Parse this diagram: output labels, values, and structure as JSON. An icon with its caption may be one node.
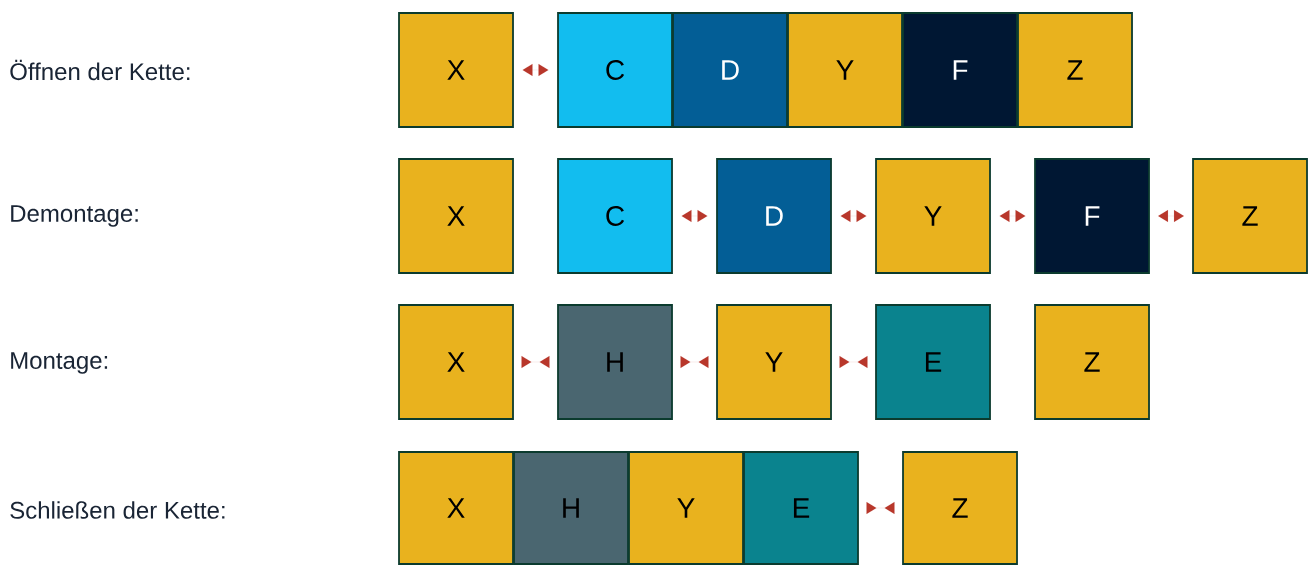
{
  "diagram": {
    "nodes": [
      {
        "text": [
          "X"
        ]
      },
      {
        "text": [
          "C"
        ]
      },
      {
        "text": [
          "D"
        ]
      },
      {
        "text": [
          "Y"
        ]
      },
      {
        "text": [
          "F"
        ]
      },
      {
        "text": [
          "Z"
        ]
      },
      {
        "text": [
          "X"
        ]
      },
      {
        "text": [
          "C"
        ]
      },
      {
        "text": [
          "D"
        ]
      },
      {
        "text": [
          "Y"
        ]
      },
      {
        "text": [
          "F"
        ]
      },
      {
        "text": [
          "Z"
        ]
      },
      {
        "text": [
          "X"
        ]
      },
      {
        "text": [
          "H"
        ]
      },
      {
        "text": [
          "Y"
        ]
      },
      {
        "text": [
          "E"
        ]
      },
      {
        "text": [
          "Z"
        ]
      },
      {
        "text": [
          "X"
        ]
      },
      {
        "text": [
          "H"
        ]
      },
      {
        "text": [
          "Y"
        ]
      },
      {
        "text": [
          "E"
        ]
      },
      {
        "text": [
          "Z"
        ]
      }
    ],
    "edges": [
      {
        "from": 0,
        "to": 1,
        "arrow": "both"
      },
      {
        "from": 7,
        "to": 8,
        "arrow": "both"
      },
      {
        "from": 8,
        "to": 9,
        "arrow": "both"
      },
      {
        "from": 9,
        "to": 10,
        "arrow": "both"
      },
      {
        "from": 10,
        "to": 11,
        "arrow": "both"
      },
      {
        "from": 12,
        "to": 13,
        "arrow": "other"
      },
      {
        "from": 13,
        "to": 14,
        "arrow": "other"
      },
      {
        "from": 14,
        "to": 15,
        "arrow": "other"
      },
      {
        "from": 20,
        "to": 21,
        "arrow": "other"
      }
    ],
    "labels": [
      "Öffnen der Kette:",
      "Demontage:",
      "Montage:",
      "Schließen der Kette:"
    ]
  }
}
